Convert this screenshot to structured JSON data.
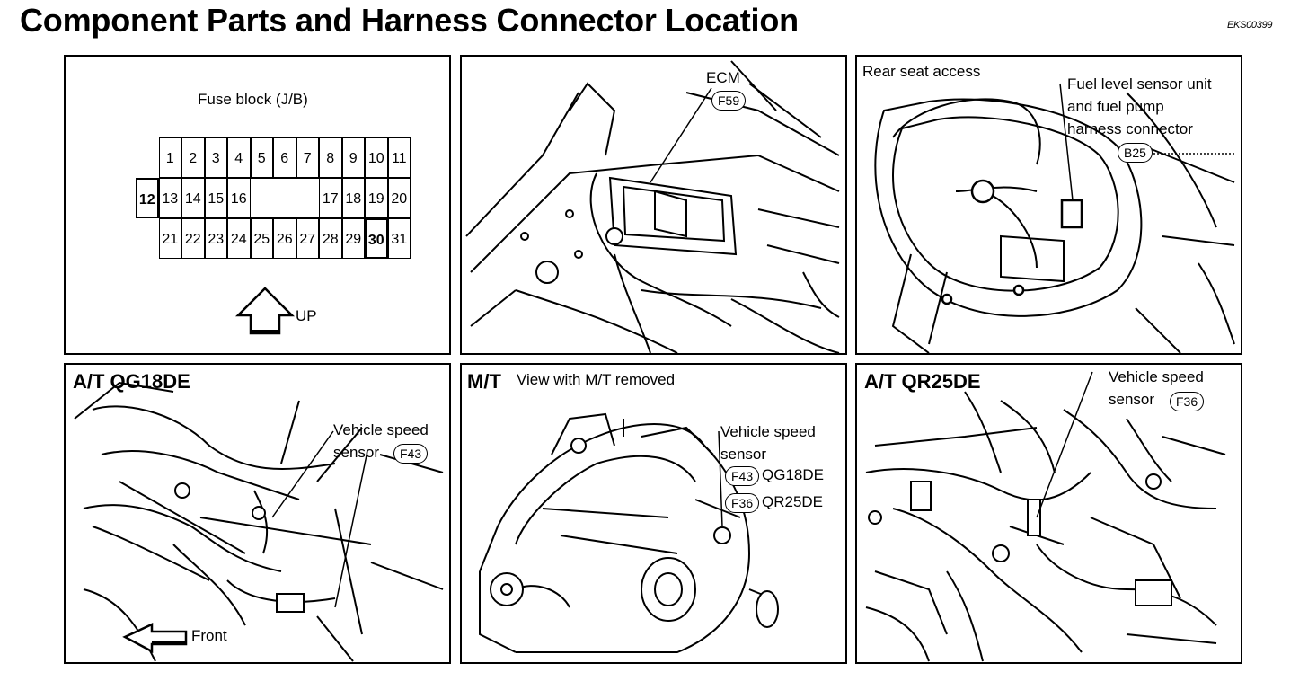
{
  "header": {
    "title": "Component Parts and Harness Connector Location",
    "code": "EKS00399"
  },
  "panels": {
    "fuse": {
      "title": "Fuse block (J/B)",
      "up": "UP",
      "row1": [
        "1",
        "2",
        "3",
        "4",
        "5",
        "6",
        "7",
        "8",
        "9",
        "10",
        "11"
      ],
      "row2_left": "12",
      "row2": [
        "13",
        "14",
        "15",
        "16",
        "",
        "",
        "",
        "17",
        "18",
        "19",
        "20"
      ],
      "row3": [
        "21",
        "22",
        "23",
        "24",
        "25",
        "26",
        "27",
        "28",
        "29",
        "30",
        "31"
      ],
      "highlight": [
        "12",
        "30"
      ]
    },
    "ecm": {
      "label": "ECM",
      "connector": "F59"
    },
    "rear": {
      "heading": "Rear seat access",
      "line1": "Fuel level sensor unit",
      "line2": "and fuel pump",
      "line3": "harness connector",
      "connector": "B25"
    },
    "at_qg": {
      "heading": "A/T QG18DE",
      "line1": "Vehicle speed",
      "line2": "sensor",
      "connector": "F43",
      "front": "Front"
    },
    "mt": {
      "heading": "M/T",
      "subheading": "View with M/T removed",
      "line1": "Vehicle speed",
      "line2": "sensor",
      "conn1": "F43",
      "conn1_label": "QG18DE",
      "conn2": "F36",
      "conn2_label": "QR25DE"
    },
    "at_qr": {
      "heading": "A/T QR25DE",
      "line1": "Vehicle speed",
      "line2": "sensor",
      "connector": "F36"
    }
  }
}
